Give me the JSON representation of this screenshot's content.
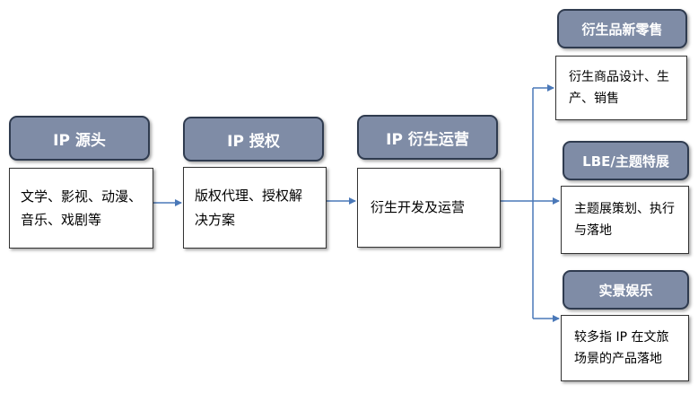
{
  "stages": [
    {
      "title": "IP 源头",
      "text": "文学、影视、动漫、音乐、戏剧等"
    },
    {
      "title": "IP 授权",
      "text": "版权代理、授权解决方案"
    },
    {
      "title": "IP 衍生运营",
      "text": "衍生开发及运营"
    }
  ],
  "branches": [
    {
      "title": "衍生品新零售",
      "text": "衍生商品设计、生产、销售"
    },
    {
      "title": "LBE/主题特展",
      "text": "主题展策划、执行与落地"
    },
    {
      "title": "实景娱乐",
      "text": "较多指 IP 在文旅场景的产品落地"
    }
  ],
  "colors": {
    "header_fill": "#7f8ca6",
    "arrow": "#4a78b8"
  }
}
